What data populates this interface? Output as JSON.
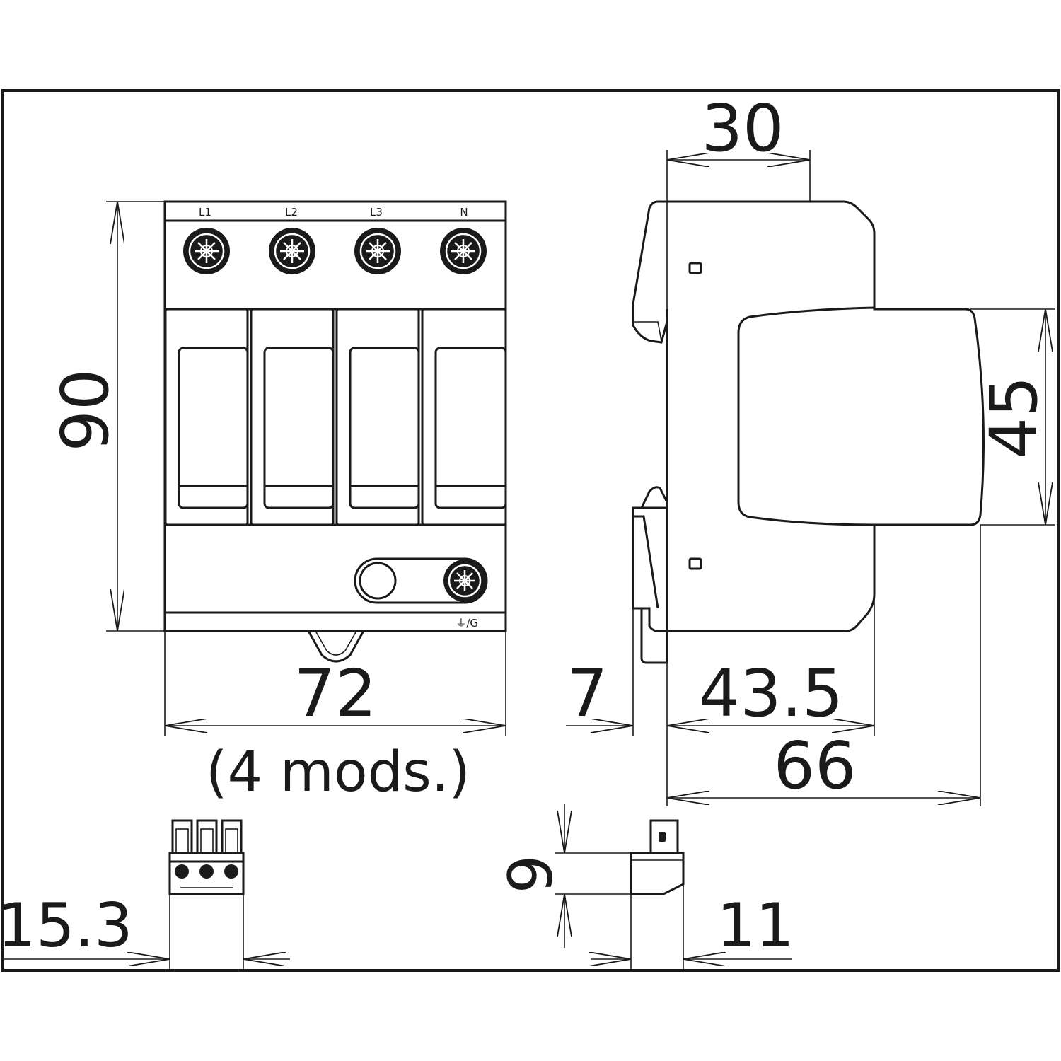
{
  "front_view": {
    "terminals": [
      "L1",
      "L2",
      "L3",
      "N"
    ],
    "ground_label": "⏚/G",
    "dim_height": "90",
    "dim_width": "72",
    "dim_width_note": "(4 mods.)"
  },
  "side_view": {
    "dim_top": "30",
    "dim_module": "45",
    "dim_rail": "7",
    "dim_depth_a": "43.5",
    "dim_depth_total": "66"
  },
  "connector_front": {
    "dim_width": "15.3"
  },
  "connector_side": {
    "dim_height": "9",
    "dim_width": "11"
  }
}
